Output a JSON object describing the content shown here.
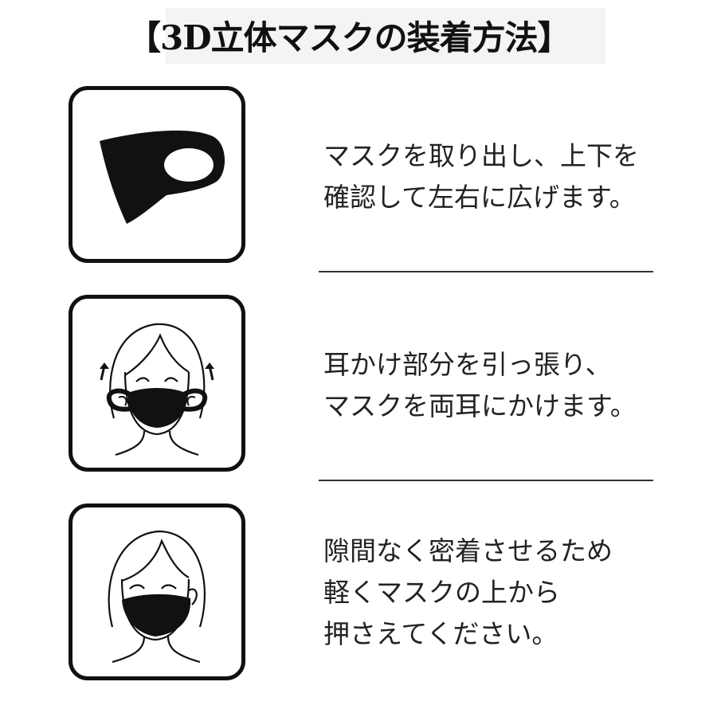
{
  "title": "【3D立体マスクの装着方法】",
  "steps": [
    {
      "icon": "mask-icon",
      "lines": [
        "マスクを取り出し、上下を",
        "確認して左右に広げます。"
      ]
    },
    {
      "icon": "person-pulling-ear-loops-icon",
      "lines": [
        "耳かけ部分を引っ張り、",
        "マスクを両耳にかけます。"
      ]
    },
    {
      "icon": "person-wearing-mask-icon",
      "lines": [
        "隙間なく密着させるため",
        "軽くマスクの上から",
        "押さえてください。"
      ]
    }
  ],
  "colors": {
    "line": "#111111",
    "mask": "#111111",
    "background": "#ffffff"
  }
}
